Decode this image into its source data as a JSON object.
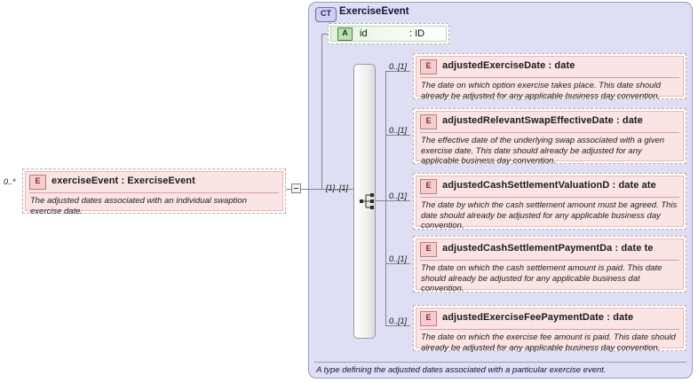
{
  "diagram": {
    "kind": "xsd-schema-diagram",
    "root_element": {
      "occurrence": "0..*",
      "badge": "E",
      "title": "exerciseEvent : ExerciseEvent",
      "documentation": "The adjusted dates associated with an individual swaption exercise date."
    },
    "complex_type": {
      "badge": "CT",
      "name": "ExerciseEvent",
      "footer": "A type defining the adjusted dates associated with a particular exercise event.",
      "attribute": {
        "badge": "A",
        "name": "id",
        "type": ": ID"
      },
      "compositor": {
        "icon": "all-model-group-icon",
        "occurrence": "[1]..[1]"
      },
      "children": [
        {
          "occurrence": "0..[1]",
          "badge": "E",
          "title": "adjustedExerciseDate : date",
          "documentation": "The date on which option exercise takes place. This date should already be adjusted for any applicable business day convention."
        },
        {
          "occurrence": "0..[1]",
          "badge": "E",
          "title": "adjustedRelevantSwapEffectiveDate : date",
          "documentation": "The effective date of the underlying swap associated with a given exercise date. This date should already be adjusted for any applicable business day convention."
        },
        {
          "occurrence": "0..[1]",
          "badge": "E",
          "title": "adjustedCashSettlementValuationD : date ate",
          "documentation": "The date by which the cash settlement amount must be agreed. This date should already be adjusted for any applicable business day convention."
        },
        {
          "occurrence": "0..[1]",
          "badge": "E",
          "title": "adjustedCashSettlementPaymentDa : date te",
          "documentation": "The date on which the cash settlement amount is paid. This date should already be adjusted for any applicable business dat convention."
        },
        {
          "occurrence": "0..[1]",
          "badge": "E",
          "title": "adjustedExerciseFeePaymentDate : date",
          "documentation": "The date on which the exercise fee amount is paid. This date should already be adjusted for any applicable business day convention."
        }
      ]
    }
  },
  "colors": {
    "element_fill": "#fbe4e4",
    "element_border": "#e7b9b9",
    "container_fill": "#dedef5",
    "container_border": "#9a9ac4",
    "attribute_fill": "#e2f1de",
    "line": "#868686"
  }
}
